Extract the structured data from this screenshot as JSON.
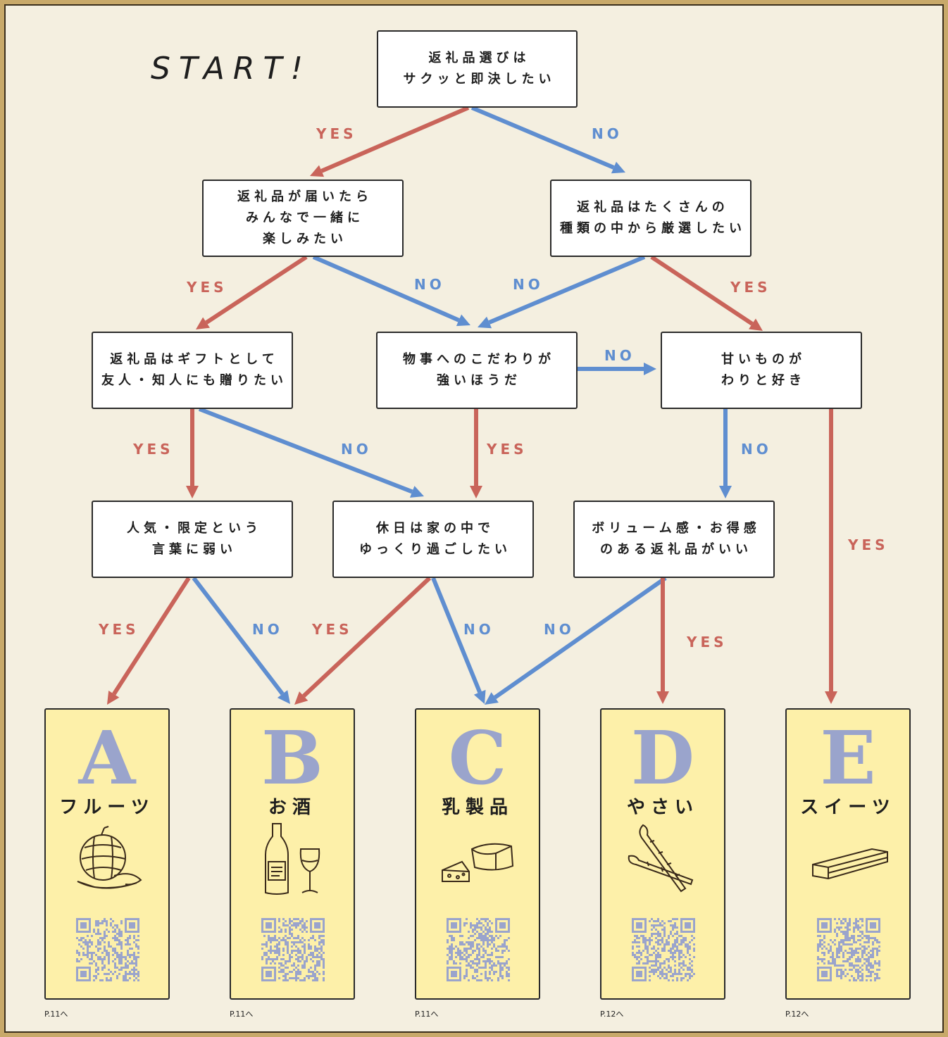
{
  "start_label": "START!",
  "yes_label": "YES",
  "no_label": "NO",
  "colors": {
    "yes": "#c9645a",
    "no": "#5f8ed0",
    "result_fill": "#fdf0a9",
    "letter": "#9aa4cc",
    "background": "#f4efe0"
  },
  "questions": {
    "q1": "返礼品選びは\nサクッと即決したい",
    "q2": "返礼品が届いたら\nみんなで一緒に\n楽しみたい",
    "q3": "返礼品はたくさんの\n種類の中から厳選したい",
    "q4": "返礼品はギフトとして\n友人・知人にも贈りたい",
    "q5": "物事へのこだわりが\n強いほうだ",
    "q6": "甘いものが\nわりと好き",
    "q7": "人気・限定という\n言葉に弱い",
    "q8": "休日は家の中で\nゆっくり過ごしたい",
    "q9": "ボリューム感・お得感\nのある返礼品がいい"
  },
  "results": [
    {
      "letter": "A",
      "category": "フルーツ",
      "page": "P.11へ",
      "icon": "melon-icon"
    },
    {
      "letter": "B",
      "category": "お酒",
      "page": "P.11へ",
      "icon": "wine-icon"
    },
    {
      "letter": "C",
      "category": "乳製品",
      "page": "P.11へ",
      "icon": "cheese-icon"
    },
    {
      "letter": "D",
      "category": "やさい",
      "page": "P.12へ",
      "icon": "asparagus-icon"
    },
    {
      "letter": "E",
      "category": "スイーツ",
      "page": "P.12へ",
      "icon": "cake-icon"
    }
  ]
}
